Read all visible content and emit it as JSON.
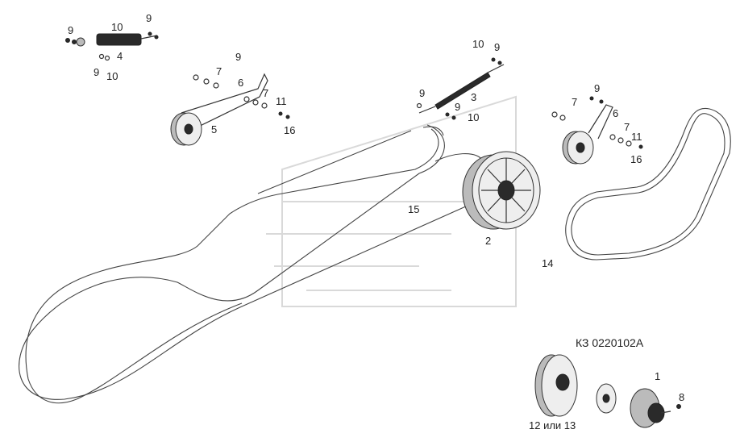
{
  "drawing": {
    "code": "КЗ 0220102А",
    "callouts": [
      {
        "id": "c-9a",
        "text": "9"
      },
      {
        "id": "c-10a",
        "text": "10"
      },
      {
        "id": "c-9b",
        "text": "9"
      },
      {
        "id": "c-4",
        "text": "4"
      },
      {
        "id": "c-9c",
        "text": "9"
      },
      {
        "id": "c-10b",
        "text": "10"
      },
      {
        "id": "c-9d",
        "text": "9"
      },
      {
        "id": "c-7a",
        "text": "7"
      },
      {
        "id": "c-6a",
        "text": "6"
      },
      {
        "id": "c-7b",
        "text": "7"
      },
      {
        "id": "c-11a",
        "text": "11"
      },
      {
        "id": "c-16a",
        "text": "16"
      },
      {
        "id": "c-5",
        "text": "5"
      },
      {
        "id": "c-10c",
        "text": "10"
      },
      {
        "id": "c-9e",
        "text": "9"
      },
      {
        "id": "c-9f",
        "text": "9"
      },
      {
        "id": "c-3",
        "text": "3"
      },
      {
        "id": "c-9g",
        "text": "9"
      },
      {
        "id": "c-10d",
        "text": "10"
      },
      {
        "id": "c-9h",
        "text": "9"
      },
      {
        "id": "c-7c",
        "text": "7"
      },
      {
        "id": "c-6b",
        "text": "6"
      },
      {
        "id": "c-7d",
        "text": "7"
      },
      {
        "id": "c-11b",
        "text": "11"
      },
      {
        "id": "c-16b",
        "text": "16"
      },
      {
        "id": "c-15",
        "text": "15"
      },
      {
        "id": "c-2",
        "text": "2"
      },
      {
        "id": "c-14",
        "text": "14"
      },
      {
        "id": "c-1",
        "text": "1"
      },
      {
        "id": "c-8",
        "text": "8"
      },
      {
        "id": "c-12-13",
        "text": "12 или 13"
      }
    ]
  }
}
